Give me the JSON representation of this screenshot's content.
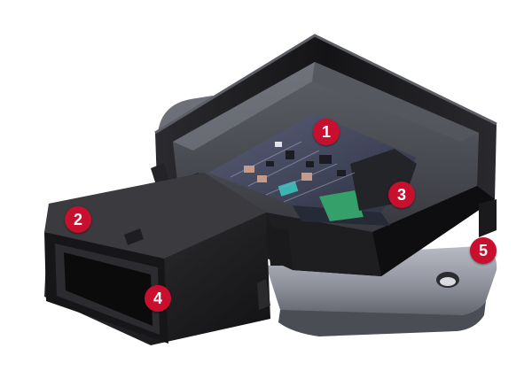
{
  "colors": {
    "marker": "#c8102e",
    "housing_dark": "#1a1a1c",
    "base_metal": "#8f929c",
    "pcb": "#3b3f52",
    "pcb_green": "#35a06a",
    "component_teal": "#3ab6b2"
  },
  "markers": [
    {
      "label": "1"
    },
    {
      "label": "2"
    },
    {
      "label": "3"
    },
    {
      "label": "4"
    },
    {
      "label": "5"
    }
  ]
}
